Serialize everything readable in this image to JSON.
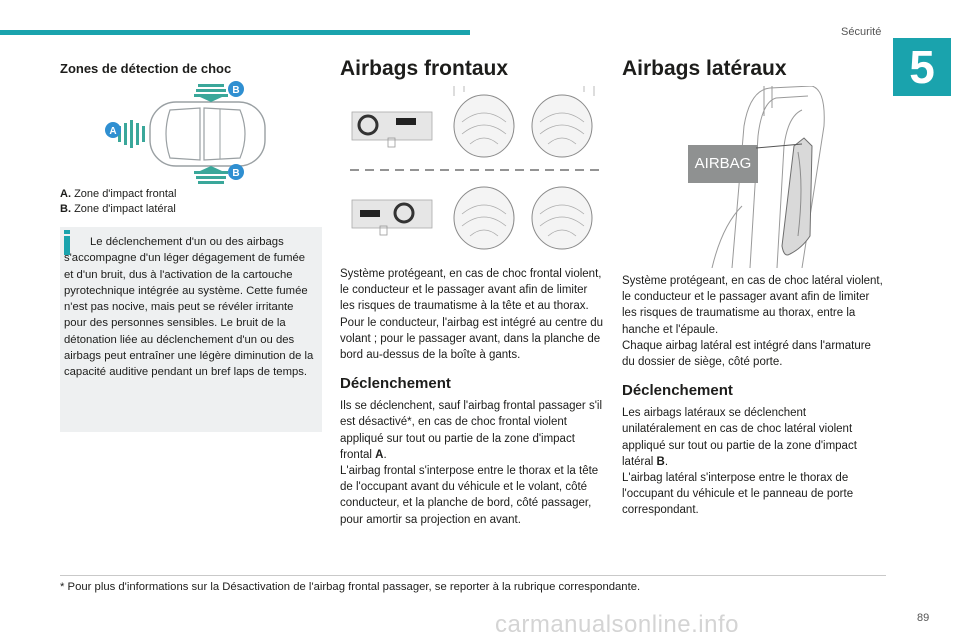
{
  "header": {
    "section": "Sécurité",
    "chapter_number": "5"
  },
  "col1": {
    "heading": "Zones de détection de choc",
    "diagram": {
      "marker_a": "A",
      "marker_b": "B"
    },
    "legend": [
      {
        "key": "A.",
        "text": "Zone d'impact frontal"
      },
      {
        "key": "B.",
        "text": "Zone d'impact latéral"
      }
    ],
    "info": "Le déclenchement d'un ou des airbags s'accompagne d'un léger dégagement de fumée et d'un bruit, dus à l'activation de la cartouche pyrotechnique intégrée au système. Cette fumée n'est pas nocive, mais peut se révéler irritante pour des personnes sensibles. Le bruit de la détonation liée au déclenchement d'un ou des airbags peut entraîner une légère diminution de la capacité auditive pendant un bref laps de temps."
  },
  "col2": {
    "title": "Airbags frontaux",
    "body1": "Système protégeant, en cas de choc frontal violent, le conducteur et le passager avant afin de limiter les risques de traumatisme à la tête et au thorax.",
    "body2": "Pour le conducteur, l'airbag est intégré au centre du volant ; pour le passager avant, dans la planche de bord au-dessus de la boîte à gants.",
    "subheading": "Déclenchement",
    "trigger1": "Ils se déclenchent, sauf l'airbag frontal passager s'il est désactivé*, en cas de choc frontal violent appliqué sur tout ou partie de la zone d'impact frontal",
    "trigger1_bold": "A",
    "trigger1_end": ".",
    "trigger2": "L'airbag frontal s'interpose entre le thorax et la tête de l'occupant avant du véhicule et le volant, côté conducteur, et la planche de bord, côté passager, pour amortir sa projection en avant."
  },
  "col3": {
    "title": "Airbags latéraux",
    "airbag_label": "AIRBAG",
    "body1": "Système protégeant, en cas de choc latéral violent, le conducteur et le passager avant afin de limiter les risques de traumatisme au thorax, entre la hanche et l'épaule.",
    "body2": "Chaque airbag latéral est intégré dans l'armature du dossier de siège, côté porte.",
    "subheading": "Déclenchement",
    "trigger1": "Les airbags latéraux se déclenchent unilatéralement en cas de choc latéral violent appliqué sur tout ou partie de la zone d'impact latéral",
    "trigger1_bold": "B",
    "trigger1_end": ".",
    "trigger2": "L'airbag latéral s'interpose entre le thorax de l'occupant du véhicule et le panneau de porte correspondant."
  },
  "footnote": "* Pour plus d'informations sur la Désactivation de l'airbag frontal passager, se reporter à la rubrique correspondante.",
  "page_number": "89",
  "watermark": "carmanualsonline.info",
  "colors": {
    "accent": "#1aa3ad",
    "marker": "#2f8fd1",
    "info_bg": "#eef0f1"
  }
}
